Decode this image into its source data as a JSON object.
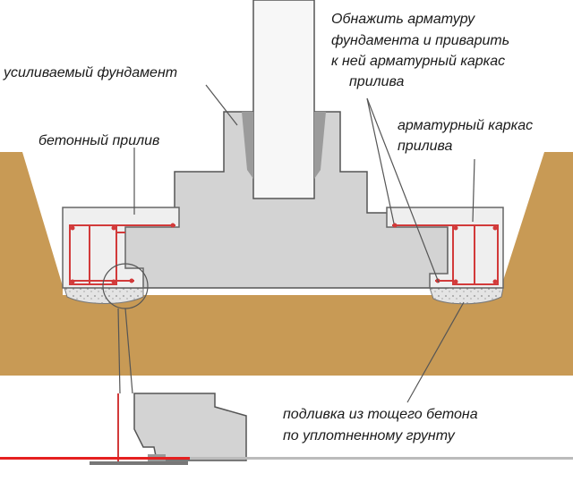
{
  "labels": {
    "top_right_1": "Обнажить арматуру",
    "top_right_2": "фундамента и приварить",
    "top_right_3": "к ней арматурный каркас",
    "top_right_4": "прилива",
    "reinforced_foundation": "усиливаемый фундамент",
    "concrete_inflow": "бетонный прилив",
    "frame_1": "арматурный каркас",
    "frame_2": "прилива",
    "bedding_1": "подливка из тощего бетона",
    "bedding_2": "по уплотненному грунту"
  },
  "colors": {
    "soil": "#c89a55",
    "concrete": "#d6d6d6",
    "inflow": "#eeeeee",
    "rebar": "#d23a3a",
    "line": "#555555"
  }
}
